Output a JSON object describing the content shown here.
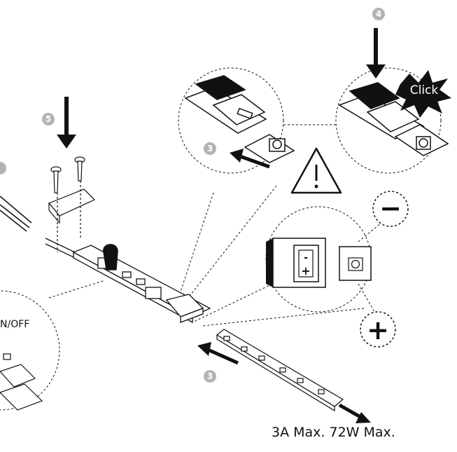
{
  "labels": {
    "spec": "3A Max. 72W Max.",
    "switch": "N/OFF",
    "click": "Click"
  },
  "steps": {
    "step3_top": "3",
    "step3_bottom": "3",
    "step4": "4",
    "step5": "5"
  },
  "polarity": {
    "minus": "−",
    "plus": "+"
  },
  "colors": {
    "line": "#111111",
    "badge": "#b3b3b3",
    "click_burst": "#111111"
  }
}
